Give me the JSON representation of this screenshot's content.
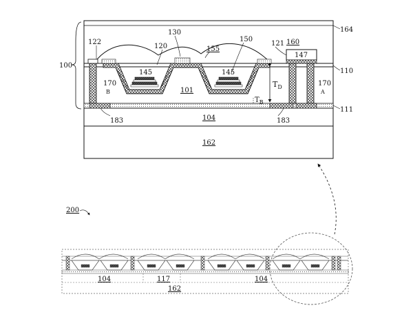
{
  "figure": {
    "labels": {
      "l100": "100",
      "l164": "164",
      "l122": "122",
      "l130": "130",
      "l155": "155",
      "l150": "150",
      "l120": "120",
      "l121": "121",
      "l160": "160",
      "l147": "147",
      "l110": "110",
      "l145a": "145",
      "l145b": "145",
      "l101": "101",
      "l170a": "170",
      "l170b": "170",
      "lB": "B",
      "lA": "A",
      "lTD": "T",
      "lTDsub": "D",
      "lTB": "T",
      "lTBsub": "B",
      "l111": "111",
      "l183a": "183",
      "l183b": "183",
      "l104top": "104",
      "l162top": "162",
      "l200": "200",
      "l104a": "104",
      "l117": "117",
      "l104b": "104",
      "l162bot": "162"
    }
  }
}
